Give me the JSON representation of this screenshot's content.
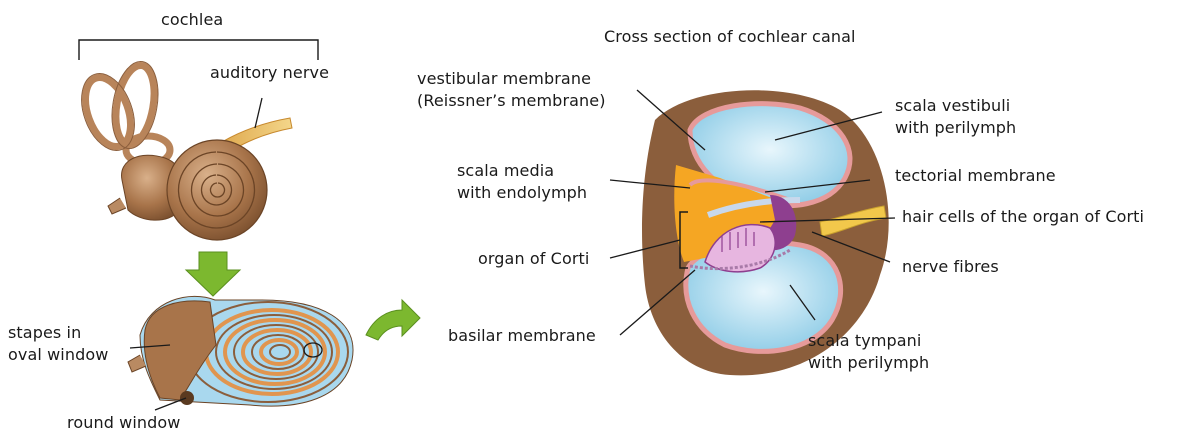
{
  "left_panel": {
    "cochlea_label": "cochlea",
    "auditory_nerve_label": "auditory nerve",
    "stapes_line1": "stapes in",
    "stapes_line2": "oval window",
    "round_window_label": "round window"
  },
  "right_panel": {
    "title": "Cross section of cochlear canal",
    "vestibular_line1": "vestibular membrane",
    "vestibular_line2": "(Reissner’s membrane)",
    "scala_media_line1": "scala media",
    "scala_media_line2": "with endolymph",
    "organ_of_corti_label": "organ of Corti",
    "basilar_membrane_label": "basilar membrane",
    "scala_vestibuli_line1": "scala vestibuli",
    "scala_vestibuli_line2": "with perilymph",
    "tectorial_membrane_label": "tectorial membrane",
    "hair_cells_label": "hair cells of the organ of Corti",
    "nerve_fibres_label": "nerve fibres",
    "scala_tympani_line1": "scala tympani",
    "scala_tympani_line2": "with perilymph"
  },
  "colors": {
    "bone_brown": "#8b5e3c",
    "light_brown": "#b98a62",
    "perilymph_blue": "#a9d8ee",
    "membrane_pink": "#e69a9a",
    "endolymph_orange": "#f5a623",
    "organ_purple": "#8e3f8f",
    "nerve_yellow": "#f2c84b",
    "arrow_green": "#7cb82f"
  }
}
